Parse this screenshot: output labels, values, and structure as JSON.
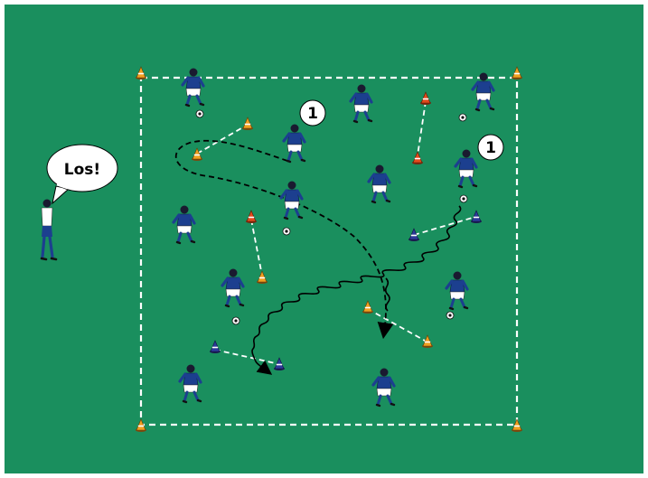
{
  "pitch": {
    "field_color": "#1a8f5e",
    "line_color": "#ffffff"
  },
  "coach": {
    "speech": "Los!",
    "icon": "coach-figure"
  },
  "markers": [
    "1",
    "1"
  ],
  "colors": {
    "jersey": "#1c3f8f",
    "shorts": "#ffffff",
    "cone_red": "#e34a1c",
    "cone_orange": "#f0a020",
    "cone_blue": "#2d3a9a",
    "path": "#000000",
    "dashed_pass": "#ffffff"
  },
  "legend_icons": [
    "cone-icon",
    "player-icon",
    "ball-icon"
  ]
}
